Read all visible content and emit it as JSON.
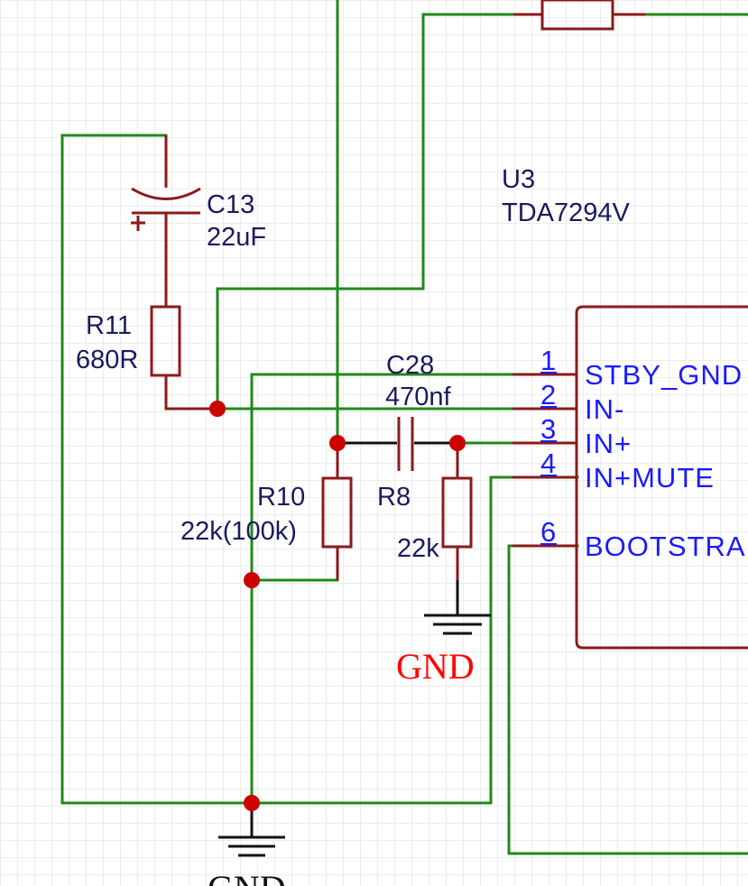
{
  "ic": {
    "designator": "U3",
    "part": "TDA7294V",
    "pins": [
      {
        "number": "1",
        "name": "STBY_GND"
      },
      {
        "number": "2",
        "name": "IN-"
      },
      {
        "number": "3",
        "name": "IN+"
      },
      {
        "number": "4",
        "name": "IN+MUTE"
      },
      {
        "number": "6",
        "name": "BOOTSTRAP"
      }
    ]
  },
  "components": {
    "c13": {
      "designator": "C13",
      "value": "22uF",
      "polarity": "+"
    },
    "r11": {
      "designator": "R11",
      "value": "680R"
    },
    "c28": {
      "designator": "C28",
      "value": "470nf"
    },
    "r10": {
      "designator": "R10",
      "value": "22k(100k)"
    },
    "r8": {
      "designator": "R8",
      "value": "22k"
    }
  },
  "ground_labels": {
    "gnd_right": "GND",
    "gnd_bottom": "GND"
  },
  "colors": {
    "wire": "#1f8a18",
    "component": "#8b1a1a",
    "junction": "#cc0000",
    "pin_text": "#1a1aff",
    "component_text": "#1a1a5e",
    "net_label": "#ff0000"
  }
}
